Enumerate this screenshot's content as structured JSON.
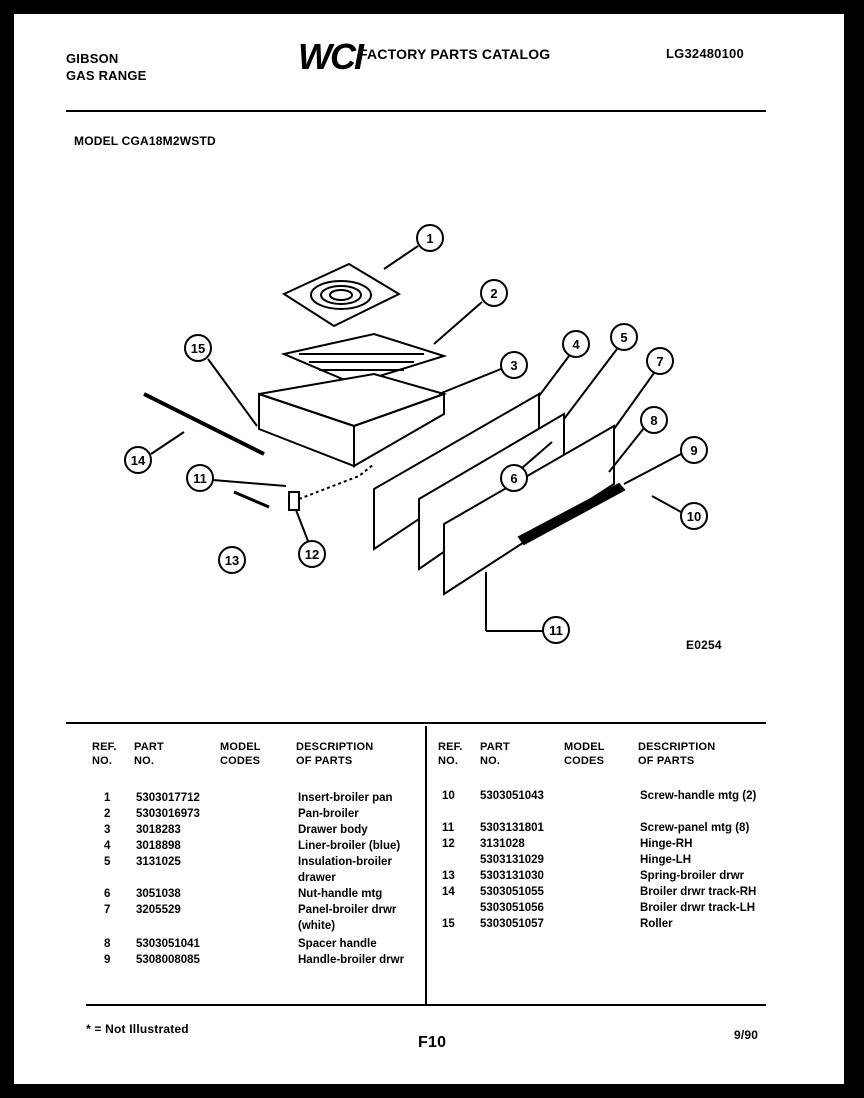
{
  "header": {
    "brand": "GIBSON",
    "product": "GAS RANGE",
    "logo": "WCI",
    "catalog_title": "FACTORY PARTS CATALOG",
    "catalog_number": "LG32480100",
    "model": "MODEL CGA18M2WSTD"
  },
  "diagram": {
    "code": "E0254",
    "callouts": [
      "1",
      "2",
      "3",
      "4",
      "5",
      "6",
      "7",
      "8",
      "9",
      "10",
      "11",
      "12",
      "13",
      "14",
      "15",
      "11"
    ]
  },
  "table": {
    "headers": {
      "ref": "REF. NO.",
      "part": "PART NO.",
      "model_codes": "MODEL CODES",
      "description": "DESCRIPTION OF PARTS"
    },
    "left_rows": [
      {
        "ref": "1",
        "part": "5303017712",
        "desc": "Insert-broiler pan"
      },
      {
        "ref": "2",
        "part": "5303016973",
        "desc": "Pan-broiler"
      },
      {
        "ref": "3",
        "part": "3018283",
        "desc": "Drawer body"
      },
      {
        "ref": "4",
        "part": "3018898",
        "desc": "Liner-broiler (blue)"
      },
      {
        "ref": "5",
        "part": "3131025",
        "desc": "Insulation-broiler drawer"
      },
      {
        "ref": "6",
        "part": "3051038",
        "desc": "Nut-handle mtg"
      },
      {
        "ref": "7",
        "part": "3205529",
        "desc": "Panel-broiler drwr (white)"
      },
      {
        "ref": "8",
        "part": "5303051041",
        "desc": "Spacer handle"
      },
      {
        "ref": "9",
        "part": "5308008085",
        "desc": "Handle-broiler drwr"
      }
    ],
    "right_rows": [
      {
        "ref": "10",
        "part": "5303051043",
        "desc": "Screw-handle mtg (2)"
      },
      {
        "ref": "11",
        "part": "5303131801",
        "desc": "Screw-panel mtg (8)"
      },
      {
        "ref": "12",
        "part": "3131028",
        "desc": "Hinge-RH"
      },
      {
        "ref": "",
        "part": "5303131029",
        "desc": "Hinge-LH"
      },
      {
        "ref": "13",
        "part": "5303131030",
        "desc": "Spring-broiler drwr"
      },
      {
        "ref": "14",
        "part": "5303051055",
        "desc": "Broiler drwr track-RH"
      },
      {
        "ref": "",
        "part": "5303051056",
        "desc": "Broiler drwr track-LH"
      },
      {
        "ref": "15",
        "part": "5303051057",
        "desc": "Roller"
      }
    ]
  },
  "footer": {
    "note": "* = Not Illustrated",
    "page": "F10",
    "date": "9/90"
  }
}
